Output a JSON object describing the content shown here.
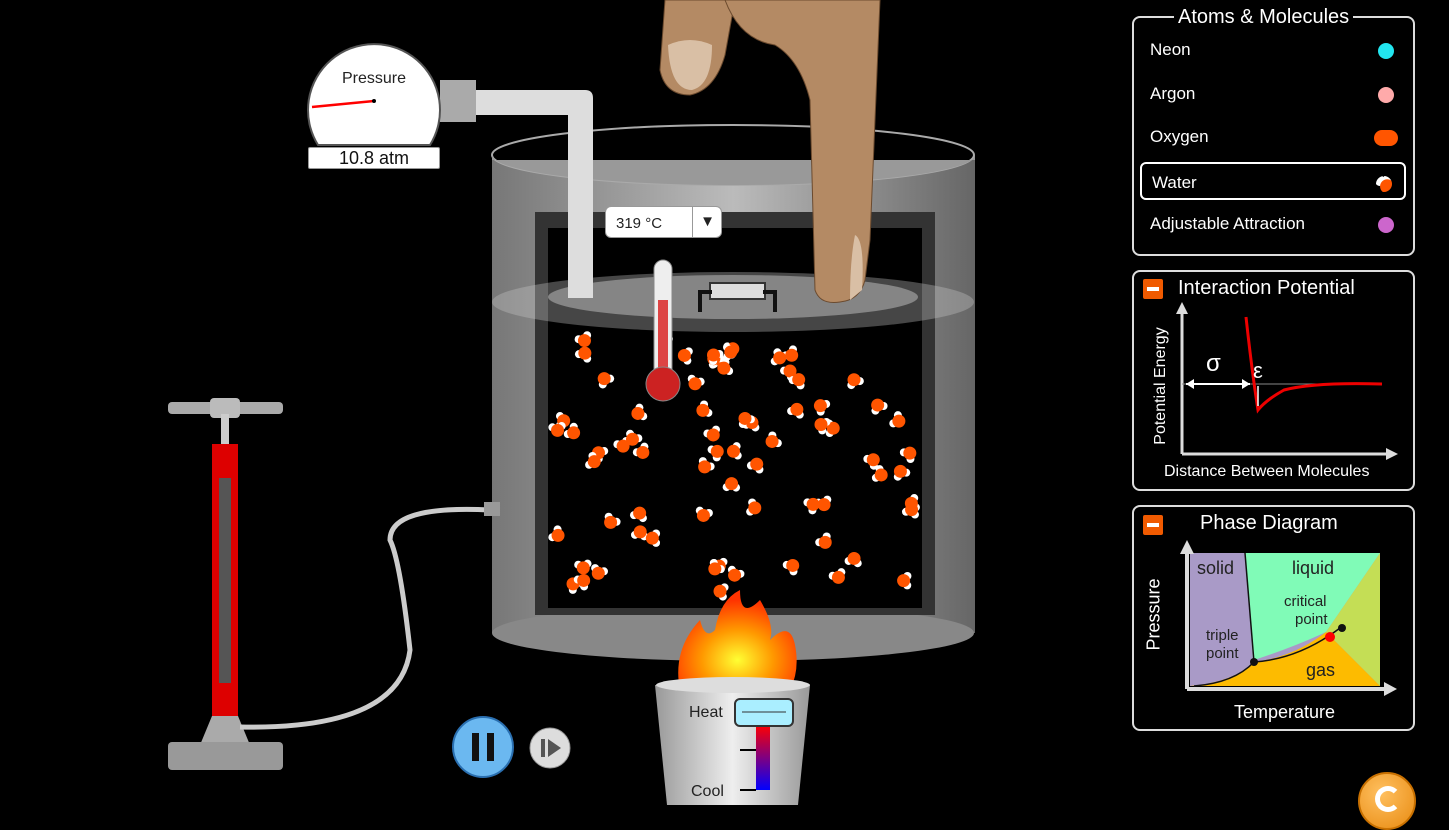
{
  "gauge": {
    "label": "Pressure",
    "value": "10.8 atm"
  },
  "temperature": {
    "value": "319 °C",
    "dropdown_icon": "▼"
  },
  "burner": {
    "heat_label": "Heat",
    "cool_label": "Cool"
  },
  "atoms_panel": {
    "title": "Atoms & Molecules",
    "items": [
      {
        "label": "Neon",
        "color": "#22e6f0"
      },
      {
        "label": "Argon",
        "color": "#ffaaaa"
      },
      {
        "label": "Oxygen",
        "color": "#ff5500"
      },
      {
        "label": "Water",
        "color": "#ff5500",
        "selected": true
      },
      {
        "label": "Adjustable Attraction",
        "color": "#cc66cc"
      }
    ]
  },
  "interaction_panel": {
    "title": "Interaction Potential",
    "ylabel": "Potential Energy",
    "xlabel": "Distance Between Molecules",
    "sigma": "σ",
    "epsilon": "ε"
  },
  "phase_panel": {
    "title": "Phase Diagram",
    "ylabel": "Pressure",
    "xlabel": "Temperature",
    "solid": "solid",
    "liquid": "liquid",
    "gas": "gas",
    "critical": "critical",
    "critical2": "point",
    "triple": "triple",
    "triple2": "point"
  },
  "colors": {
    "water_oxygen": "#ff5500",
    "accent": "#f05a00"
  }
}
